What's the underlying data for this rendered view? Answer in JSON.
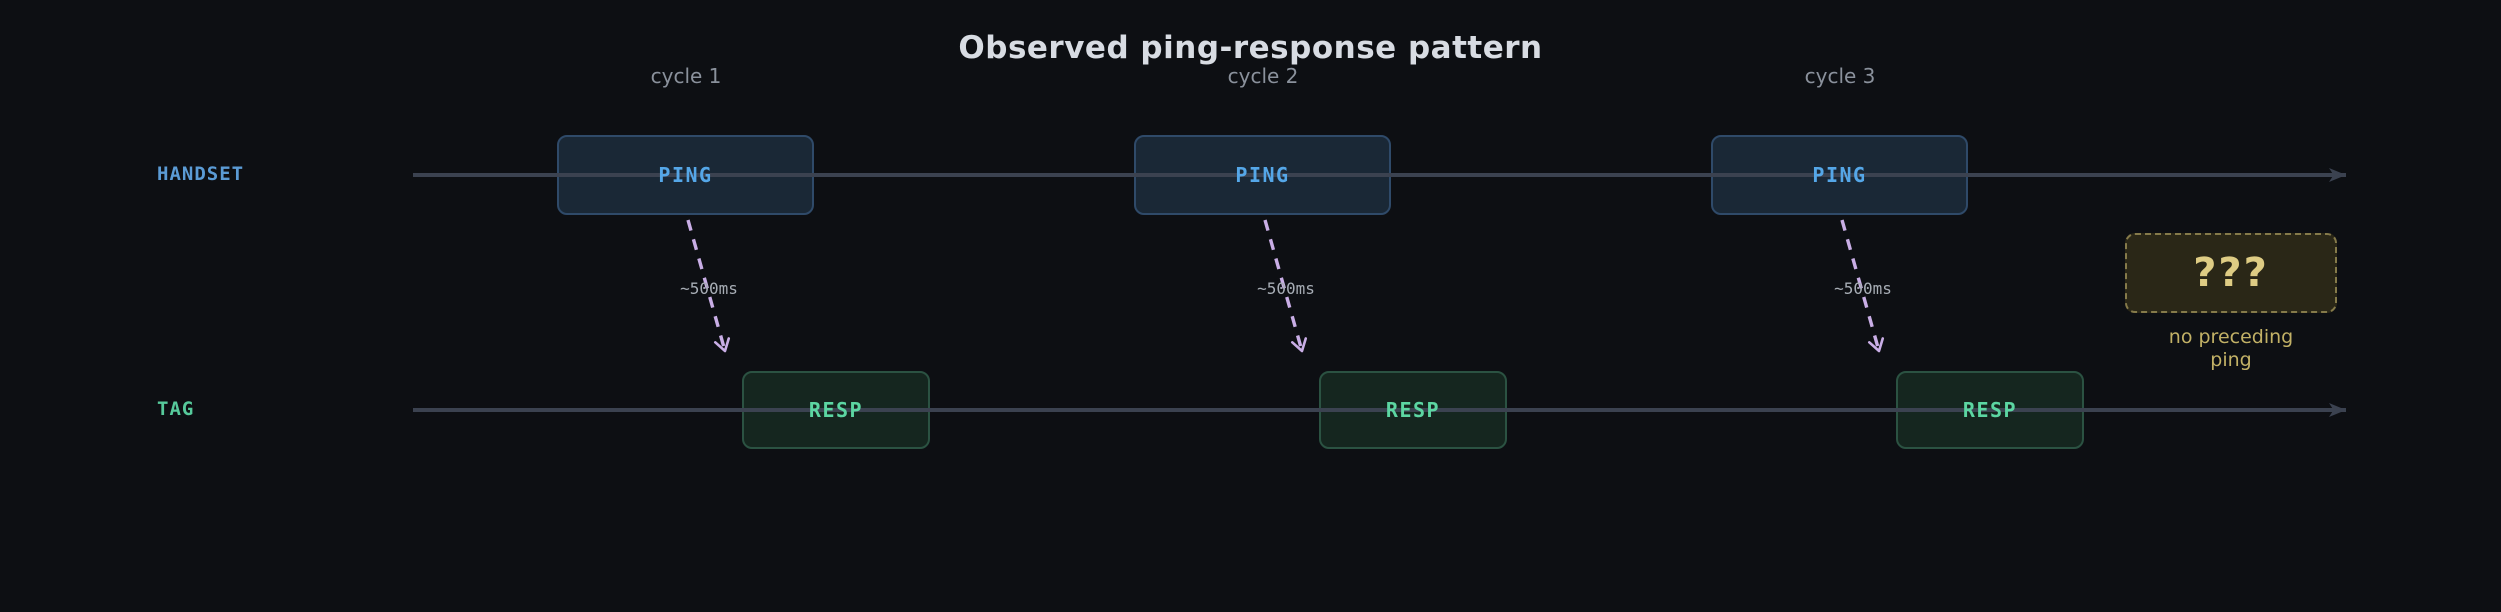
{
  "title": "Observed ping-response pattern",
  "lanes": [
    {
      "id": "handset",
      "label": "HANDSET"
    },
    {
      "id": "tag",
      "label": "TAG"
    }
  ],
  "cycles": [
    {
      "label": "cycle 1",
      "ping_label": "PING",
      "resp_label": "RESP",
      "latency": "~500ms"
    },
    {
      "label": "cycle 2",
      "ping_label": "PING",
      "resp_label": "RESP",
      "latency": "~500ms"
    },
    {
      "label": "cycle 3",
      "ping_label": "PING",
      "resp_label": "RESP",
      "latency": "~500ms"
    }
  ],
  "anomaly": {
    "label": "???",
    "caption": [
      "no preceding",
      "ping"
    ]
  },
  "colors": {
    "bg": "#0d0f13",
    "title_text": "#d8dce3",
    "cycle_text": "#8a919c",
    "handset_text": "#5b9bd5",
    "tag_text": "#56c99b",
    "lane_line": "#3b4250",
    "ping_fill": "#1a2836",
    "ping_border": "#2f4a69",
    "ping_text": "#55a7e8",
    "resp_fill": "#15261f",
    "resp_border": "#2b5242",
    "resp_text": "#5cd6a2",
    "arrow": "#c9aee6",
    "latency_text": "#a7adb5",
    "anomaly_fill": "#2a2717",
    "anomaly_border": "#857a4a",
    "anomaly_text": "#decc84",
    "anomaly_caption": "#c2b166"
  }
}
